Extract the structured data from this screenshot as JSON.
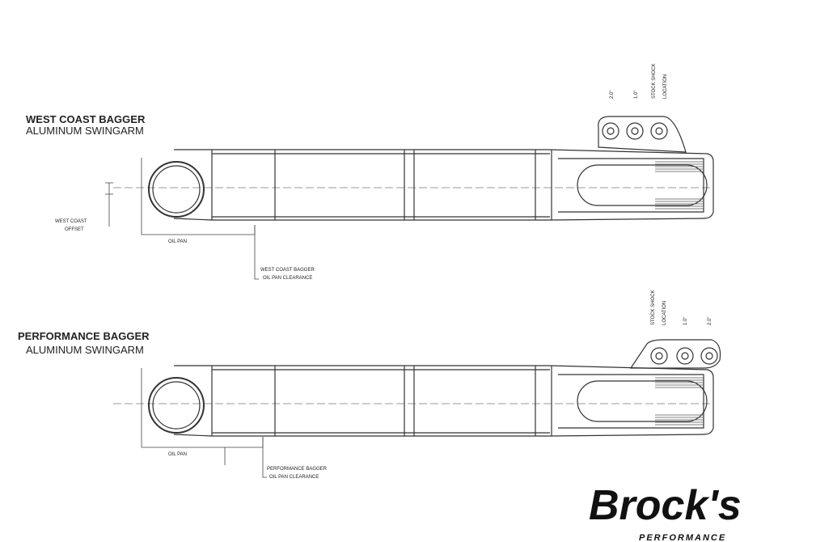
{
  "top": {
    "title": "WEST COAST BAGGER",
    "subtitle": "ALUMINUM SWINGARM",
    "offset_label_1": "WEST COAST",
    "offset_label_2": "OFFSET",
    "oil_pan": "OIL PAN",
    "clearance_1": "WEST COAST BAGGER",
    "clearance_2": "OIL PAN CLEARANCE",
    "shock_labels": [
      "2.0\"",
      "1.0\"",
      "STOCK SHOCK",
      "LOCATION"
    ]
  },
  "bottom": {
    "title": "PERFORMANCE BAGGER",
    "subtitle": "ALUMINUM SWINGARM",
    "oil_pan": "OIL PAN",
    "clearance_1": "PERFORMANCE BAGGER",
    "clearance_2": "OIL PAN CLEARANCE",
    "shock_labels": [
      "STOCK SHOCK",
      "LOCATION",
      "1.0\"",
      "2.0\""
    ]
  },
  "logo": {
    "name": "Brock's",
    "tagline": "PERFORMANCE"
  }
}
